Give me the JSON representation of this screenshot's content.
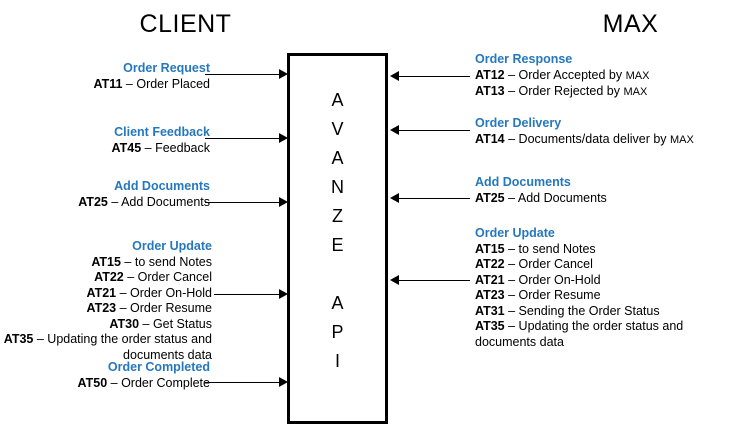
{
  "headers": {
    "left": "CLIENT",
    "right": "MAX"
  },
  "center_box": {
    "label": "AVANZE API",
    "letters": [
      "A",
      "V",
      "A",
      "N",
      "Z",
      "E",
      "",
      "A",
      "P",
      "I"
    ]
  },
  "left_messages": [
    {
      "title": "Order Request",
      "lines": [
        {
          "code": "AT11",
          "dash": "–",
          "text": "Order Placed"
        }
      ],
      "direction": "to-api"
    },
    {
      "title": "Client Feedback",
      "lines": [
        {
          "code": "AT45",
          "dash": "–",
          "text": "Feedback"
        }
      ],
      "direction": "to-api"
    },
    {
      "title": "Add Documents",
      "lines": [
        {
          "code": "AT25",
          "dash": "–",
          "text": "Add Documents"
        }
      ],
      "direction": "to-api"
    },
    {
      "title": "Order Update",
      "lines": [
        {
          "code": "AT15",
          "dash": "–",
          "text": "to send Notes"
        },
        {
          "code": "AT22",
          "dash": "–",
          "text": "Order Cancel"
        },
        {
          "code": "AT21",
          "dash": "–",
          "text": "Order On-Hold"
        },
        {
          "code": "AT23",
          "dash": "–",
          "text": "Order Resume"
        },
        {
          "code": "AT30",
          "dash": "–",
          "text": "Get Status"
        },
        {
          "code": "AT35",
          "dash": "–",
          "text": "Updating the order status and"
        },
        {
          "code": "",
          "dash": "",
          "text": "documents data"
        }
      ],
      "direction": "to-api"
    },
    {
      "title": "Order Completed",
      "lines": [
        {
          "code": "AT50",
          "dash": "–",
          "text": "Order Complete"
        }
      ],
      "direction": "to-api"
    }
  ],
  "right_messages": [
    {
      "title": "Order Response",
      "lines": [
        {
          "code": "AT12",
          "dash": "–",
          "text": "Order Accepted by ",
          "suffix": "MAX"
        },
        {
          "code": "AT13",
          "dash": "–",
          "text": "Order Rejected by ",
          "suffix": "MAX"
        }
      ],
      "direction": "to-api"
    },
    {
      "title": "Order Delivery",
      "lines": [
        {
          "code": "AT14",
          "dash": "–",
          "text": "Documents/data deliver by ",
          "suffix": "MAX"
        }
      ],
      "direction": "to-api"
    },
    {
      "title": "Add Documents",
      "lines": [
        {
          "code": "AT25",
          "dash": "–",
          "text": "Add Documents"
        }
      ],
      "direction": "to-api"
    },
    {
      "title": "Order Update",
      "lines": [
        {
          "code": "AT15",
          "dash": "–",
          "text": "to send Notes"
        },
        {
          "code": "AT22",
          "dash": "–",
          "text": "Order Cancel"
        },
        {
          "code": "AT21",
          "dash": "–",
          "text": "Order On-Hold"
        },
        {
          "code": "AT23",
          "dash": "–",
          "text": "Order Resume"
        },
        {
          "code": "AT31",
          "dash": "–",
          "text": "Sending the Order Status"
        },
        {
          "code": "AT35",
          "dash": "–",
          "text": "Updating the order status and"
        },
        {
          "code": "",
          "dash": "",
          "text": "documents data"
        }
      ],
      "direction": "to-api"
    }
  ],
  "colors": {
    "title_blue": "#2678BE",
    "body_black": "#000000",
    "box_border": "#000000",
    "background": "#FFFFFF"
  }
}
